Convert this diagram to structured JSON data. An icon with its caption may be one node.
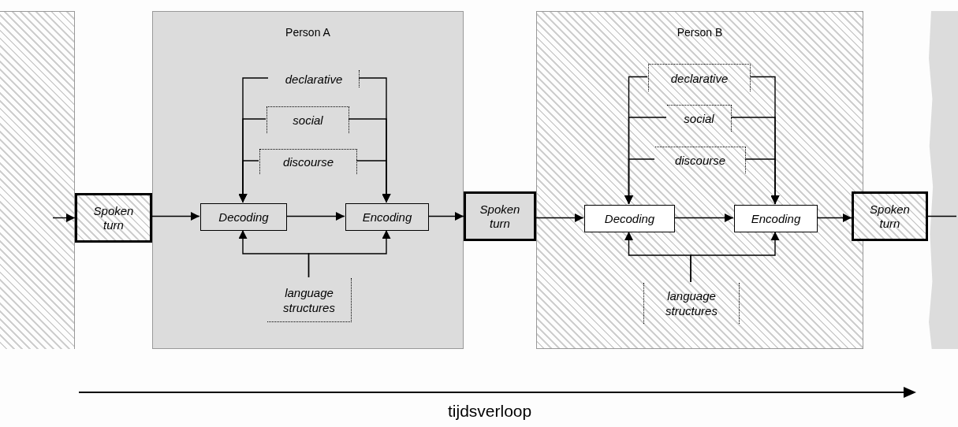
{
  "diagram": {
    "nodes": [
      {
        "text": [],
        "shape": "box"
      },
      {
        "text": [
          "Spoken turn"
        ]
      },
      {
        "text": [
          "Person A"
        ]
      },
      {
        "text": [
          "declarative"
        ],
        "in": 2
      },
      {
        "text": [
          "social"
        ],
        "in": 2
      },
      {
        "text": [
          "discourse"
        ],
        "in": 2
      },
      {
        "text": [
          "Decoding"
        ],
        "in": 2
      },
      {
        "text": [
          "Encoding"
        ],
        "in": 2
      },
      {
        "text": [
          "language structures"
        ],
        "in": 2
      },
      {
        "text": [
          "Spoken turn"
        ]
      },
      {
        "text": [
          "Person B"
        ]
      },
      {
        "text": [
          "declarative"
        ],
        "in": 10
      },
      {
        "text": [
          "social"
        ],
        "in": 10
      },
      {
        "text": [
          "discourse"
        ],
        "in": 10
      },
      {
        "text": [
          "Decoding"
        ],
        "in": 10
      },
      {
        "text": [
          "Encoding"
        ],
        "in": 10
      },
      {
        "text": [
          "language structures"
        ],
        "in": 10
      },
      {
        "text": [
          "Spoken turn"
        ]
      },
      {
        "text": [],
        "shape": "box"
      }
    ],
    "edges": [
      {
        "from": 0,
        "to": 1,
        "arrow": "to"
      },
      {
        "from": 1,
        "to": 6,
        "arrow": "to"
      },
      {
        "from": 6,
        "to": 7,
        "arrow": "to"
      },
      {
        "from": 7,
        "to": 9,
        "arrow": "to"
      },
      {
        "from": 3,
        "to": 6,
        "arrow": "to"
      },
      {
        "from": 3,
        "to": 7,
        "arrow": "to"
      },
      {
        "from": 4,
        "to": 6,
        "arrow": "to"
      },
      {
        "from": 4,
        "to": 7,
        "arrow": "to"
      },
      {
        "from": 5,
        "to": 6,
        "arrow": "to"
      },
      {
        "from": 5,
        "to": 7,
        "arrow": "to"
      },
      {
        "from": 8,
        "to": 6,
        "arrow": "to"
      },
      {
        "from": 8,
        "to": 7,
        "arrow": "to"
      },
      {
        "from": 9,
        "to": 14,
        "arrow": "to"
      },
      {
        "from": 14,
        "to": 15,
        "arrow": "to"
      },
      {
        "from": 15,
        "to": 17,
        "arrow": "to"
      },
      {
        "from": 11,
        "to": 14,
        "arrow": "to"
      },
      {
        "from": 11,
        "to": 15,
        "arrow": "to"
      },
      {
        "from": 12,
        "to": 14,
        "arrow": "to"
      },
      {
        "from": 12,
        "to": 15,
        "arrow": "to"
      },
      {
        "from": 13,
        "to": 14,
        "arrow": "to"
      },
      {
        "from": 13,
        "to": 15,
        "arrow": "to"
      },
      {
        "from": 16,
        "to": 14,
        "arrow": "to"
      },
      {
        "from": 16,
        "to": 15,
        "arrow": "to"
      },
      {
        "from": 17,
        "to": 18,
        "arrow": "none"
      }
    ],
    "labels": [
      "tijdsverloop"
    ]
  }
}
